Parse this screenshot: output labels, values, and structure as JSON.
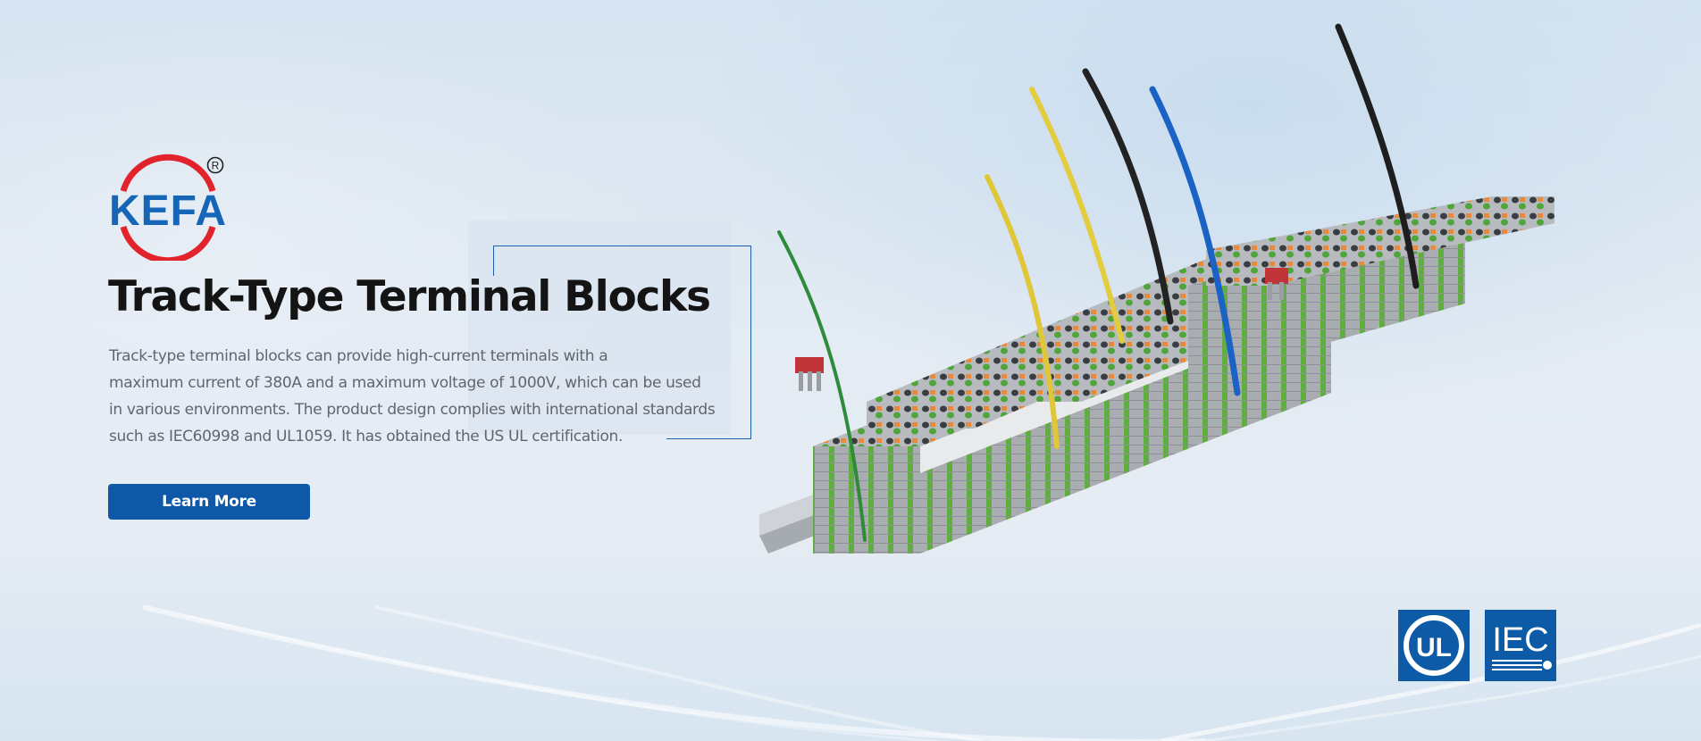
{
  "brand": {
    "name": "KEFA",
    "registered_mark": "R",
    "colors": {
      "ring": "#e2232b",
      "text": "#1666b8"
    }
  },
  "hero": {
    "title": "Track-Type Terminal Blocks",
    "description_lines": [
      "Track-type terminal blocks can provide high-current terminals with a",
      "maximum current of 380A and a maximum voltage of 1000V, which can be used",
      "in various environments. The product design complies with international standards",
      "such as IEC60998 and UL1059. It has obtained the US UL certification."
    ],
    "cta_label": "Learn More",
    "accent_color": "#0f58a8"
  },
  "product_image": {
    "subject": "terminal-blocks-on-din-rail",
    "wire_colors": [
      "#2e8b3a",
      "#e0c73a",
      "#e3cd3f",
      "#222222",
      "#1a62c4",
      "#1e1e1e"
    ],
    "jumper_color": "#c0343a"
  },
  "certifications": [
    {
      "name": "UL",
      "label": "UL",
      "icon": "ul-certification-icon"
    },
    {
      "name": "IEC",
      "label": "IEC",
      "icon": "iec-certification-icon"
    }
  ]
}
